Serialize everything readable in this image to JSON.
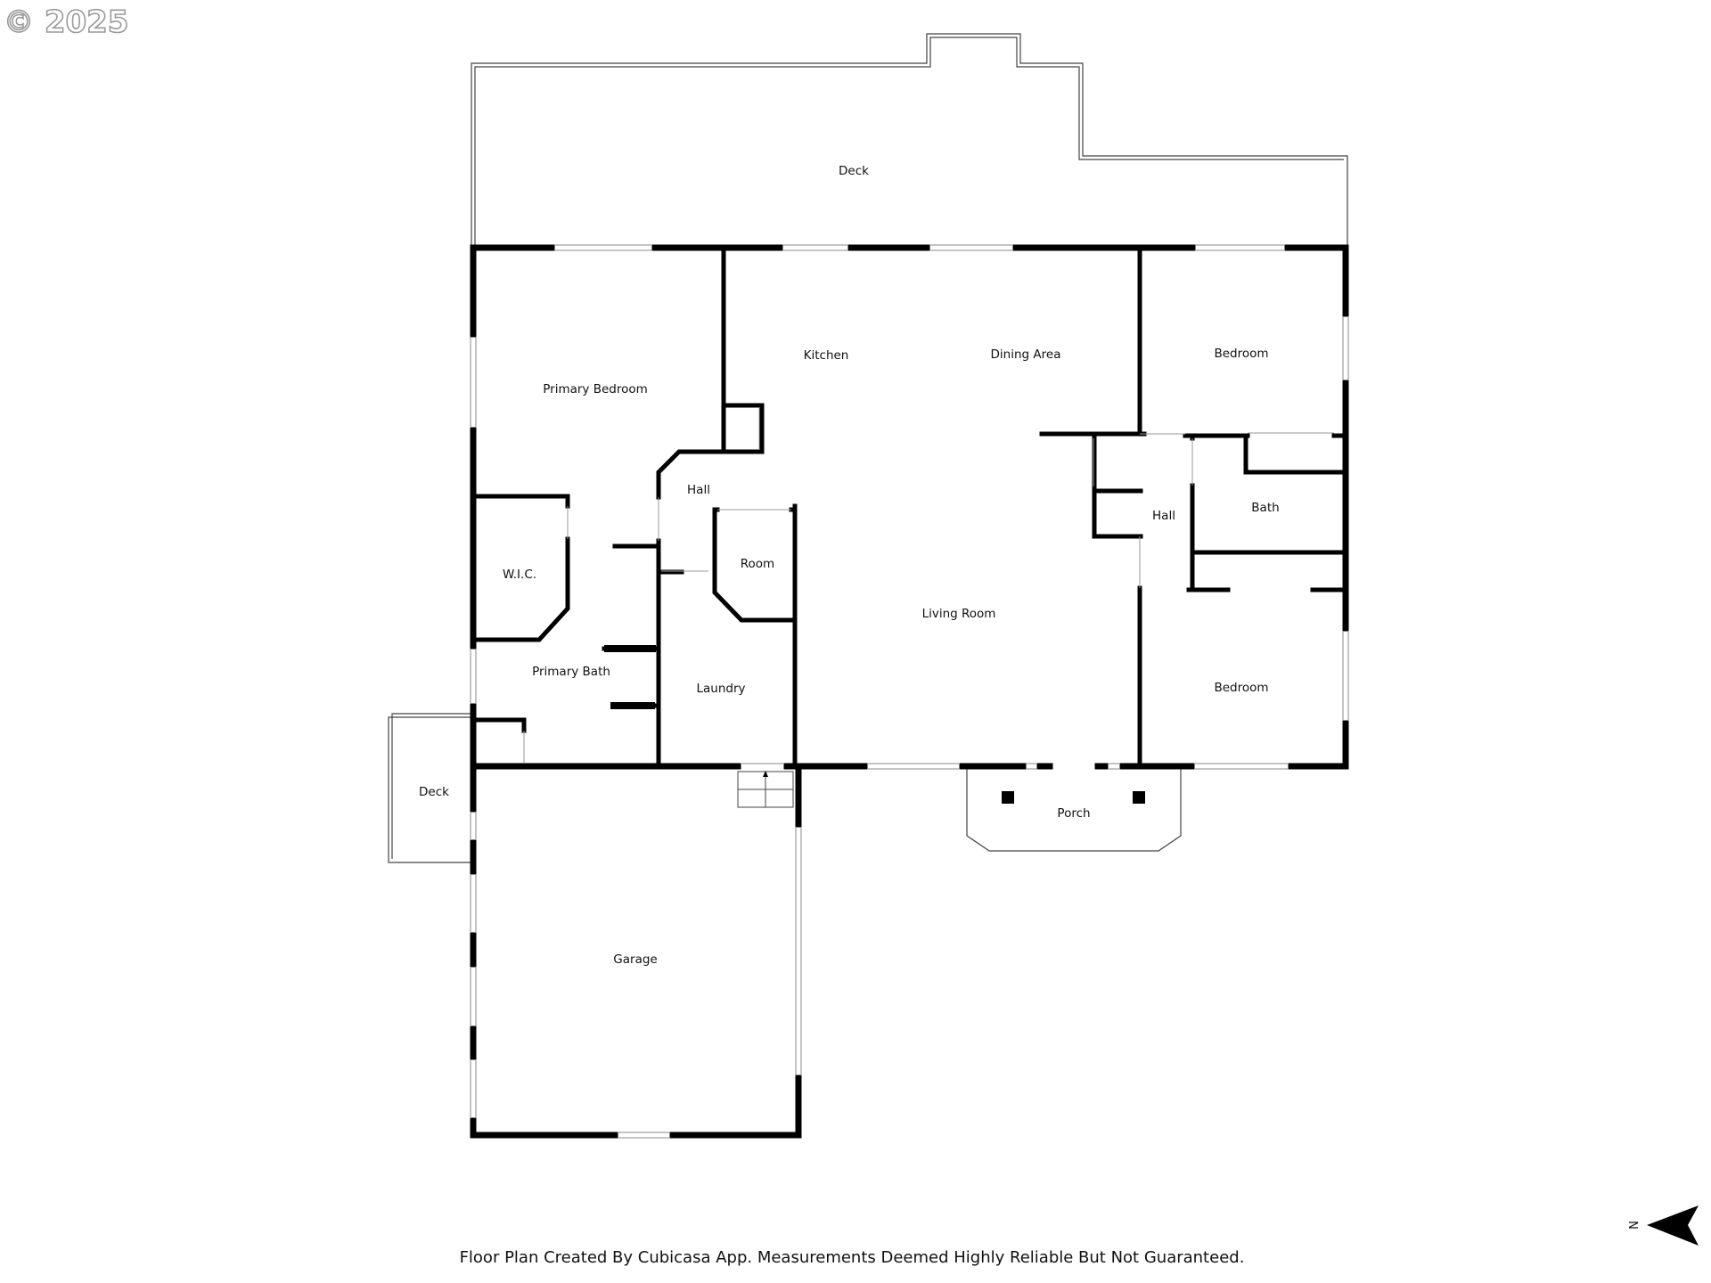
{
  "copyright": "© 2025",
  "rooms": {
    "deck_top": "Deck",
    "kitchen": "Kitchen",
    "dining_area": "Dining Area",
    "bedroom_upper": "Bedroom",
    "primary_bedroom": "Primary Bedroom",
    "hall_left": "Hall",
    "hall_right": "Hall",
    "bath": "Bath",
    "wic": "W.I.C.",
    "room": "Room",
    "living_room": "Living Room",
    "primary_bath": "Primary Bath",
    "laundry": "Laundry",
    "bedroom_lower": "Bedroom",
    "deck_side": "Deck",
    "porch": "Porch",
    "garage": "Garage"
  },
  "footer": "Floor Plan Created By Cubicasa App. Measurements Deemed Highly Reliable But Not Guaranteed.",
  "compass": {
    "label": "N",
    "icon": "north-arrow-icon"
  },
  "colors": {
    "wall": "#000000",
    "window": "#9a9a9a",
    "background": "#ffffff"
  }
}
